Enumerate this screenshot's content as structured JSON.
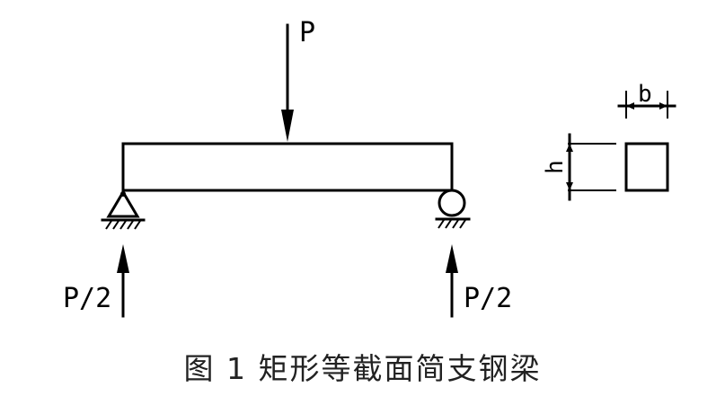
{
  "loads": {
    "applied_load": "P",
    "left_reaction": "P/2",
    "right_reaction": "P/2"
  },
  "cross_section": {
    "width_label": "b",
    "height_label": "h"
  },
  "caption": "图 1 矩形等截面简支钢梁"
}
